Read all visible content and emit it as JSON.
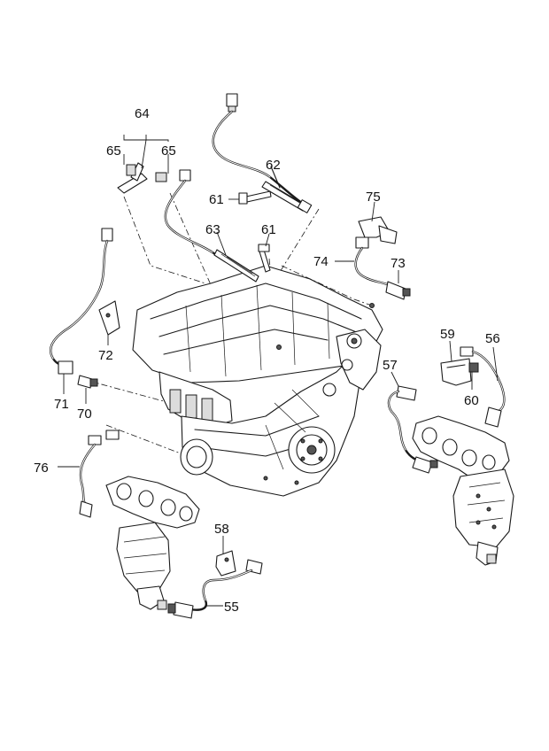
{
  "labels": [
    {
      "key": "c64",
      "text": "64"
    },
    {
      "key": "c65a",
      "text": "65"
    },
    {
      "key": "c65b",
      "text": "65"
    },
    {
      "key": "c62",
      "text": "62"
    },
    {
      "key": "c61a",
      "text": "61"
    },
    {
      "key": "c63",
      "text": "63"
    },
    {
      "key": "c61b",
      "text": "61"
    },
    {
      "key": "c75",
      "text": "75"
    },
    {
      "key": "c74",
      "text": "74"
    },
    {
      "key": "c73",
      "text": "73"
    },
    {
      "key": "c72",
      "text": "72"
    },
    {
      "key": "c71",
      "text": "71"
    },
    {
      "key": "c70",
      "text": "70"
    },
    {
      "key": "c59",
      "text": "59"
    },
    {
      "key": "c56",
      "text": "56"
    },
    {
      "key": "c57",
      "text": "57"
    },
    {
      "key": "c60",
      "text": "60"
    },
    {
      "key": "c76",
      "text": "76"
    },
    {
      "key": "c58",
      "text": "58"
    },
    {
      "key": "c55",
      "text": "55"
    }
  ],
  "icons": {
    "engine": "engine-block-icon",
    "manifold_left": "exhaust-manifold-icon",
    "manifold_right": "exhaust-manifold-icon",
    "sensor": "oxygen-sensor-icon"
  }
}
